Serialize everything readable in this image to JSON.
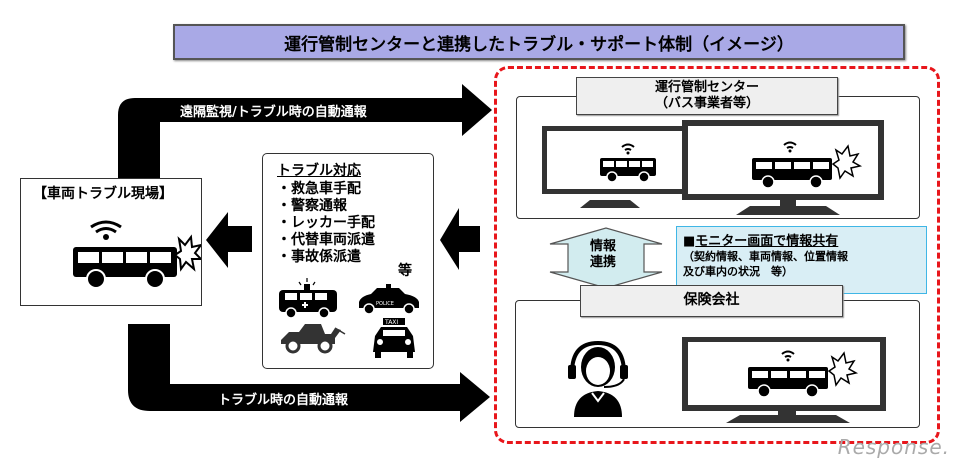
{
  "title": "運行管制センターと連携したトラブル・サポート体制（イメージ）",
  "arrows": {
    "top_label": "遠隔監視/トラブル時の自動通報",
    "bottom_label": "トラブル時の自動通報"
  },
  "scene": {
    "title": "【車両トラブル現場】",
    "icons": [
      "wifi-icon",
      "bus-icon",
      "crash-burst-icon"
    ]
  },
  "trouble_response": {
    "title": "トラブル対応",
    "items": [
      "・救急車手配",
      "・警察通報",
      "・レッカー手配",
      "・代替車両派遣",
      "・事故係派遣"
    ],
    "suffix": "等",
    "vehicles": [
      "ambulance-icon",
      "police-car-icon",
      "tow-truck-icon",
      "taxi-icon"
    ],
    "police_text": "POLICE",
    "taxi_text": "TAXI"
  },
  "control_center": {
    "label_line1": "運行管制センター",
    "label_line2": "（バス事業者等）"
  },
  "info_link": {
    "line1": "情報",
    "line2": "連携"
  },
  "info_share": {
    "bullet": "■",
    "heading": "モニター画面で情報共有",
    "body_line1": "（契約情報、車両情報、位置情報",
    "body_line2": "及び車内の状況　等）"
  },
  "insurance": {
    "label": "保険会社"
  },
  "colors": {
    "title_bg": "#a9a9e6",
    "frame_red": "#e8161b",
    "info_bg": "#d9eef5",
    "info_border": "#3fb6e6",
    "link_arrow_bg": "#d2ecef"
  },
  "watermark": "Response."
}
